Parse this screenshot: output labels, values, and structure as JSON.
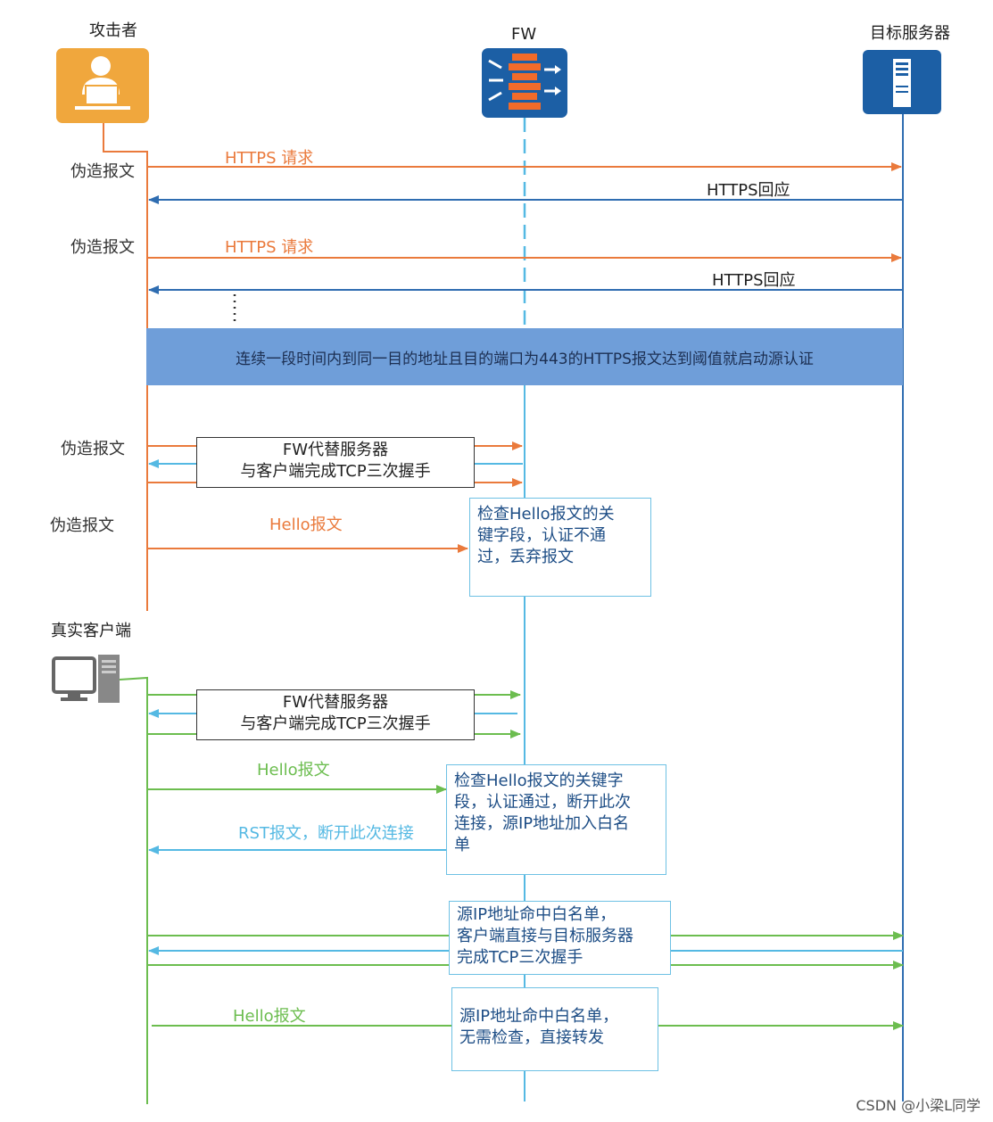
{
  "actors": {
    "attacker": "攻击者",
    "fw": "FW",
    "server": "目标服务器",
    "real_client": "真实客户端"
  },
  "labels": {
    "forged_1": "伪造报文",
    "forged_2": "伪造报文",
    "forged_3": "伪造报文",
    "forged_4": "伪造报文",
    "https_req_1": "HTTPS 请求",
    "https_resp_1": "HTTPS回应",
    "https_req_2": "HTTPS 请求",
    "https_resp_2": "HTTPS回应",
    "hello_attacker": "Hello报文",
    "hello_client_1": "Hello报文",
    "rst": "RST报文，断开此次连接",
    "hello_client_2": "Hello报文"
  },
  "banner": "连续一段时间内到同一目的地址且目的端口为443的HTTPS报文达到阈值就启动源认证",
  "boxes": {
    "tcp_attacker": [
      "FW代替服务器",
      "与客户端完成TCP三次握手"
    ],
    "check_fail": [
      "检查Hello报文的关",
      "键字段，认证不通",
      "过，丢弃报文"
    ],
    "tcp_client": [
      "FW代替服务器",
      "与客户端完成TCP三次握手"
    ],
    "check_pass": [
      "检查Hello报文的关键字",
      "段，认证通过，断开此次",
      "连接，源IP地址加入白名",
      "单"
    ],
    "whitelist_tcp": [
      "源IP地址命中白名单，",
      "客户端直接与目标服务器",
      "完成TCP三次握手"
    ],
    "whitelist_fwd": [
      "源IP地址命中白名单，",
      "无需检查，直接转发"
    ]
  },
  "watermark": "CSDN @小梁L同学",
  "colors": {
    "attack": "#ea7a3c",
    "client": "#6cbd4f",
    "server_resp": "#2f6db1",
    "rst": "#55b9e3",
    "fw_lifeline": "#55b9e3",
    "banner": "#6f9ed9",
    "attacker_icon": "#f0a73d",
    "fw_icon": "#1c5fa5",
    "server_icon": "#1c5fa5"
  },
  "icons": {
    "attacker": "user-at-laptop-icon",
    "fw": "firewall-icon",
    "server": "server-icon",
    "real_client": "desktop-computer-icon"
  }
}
